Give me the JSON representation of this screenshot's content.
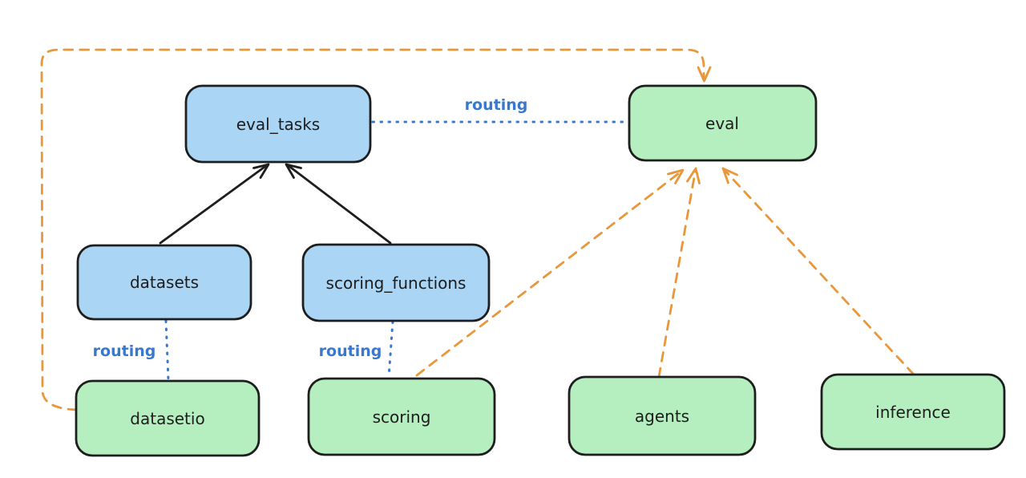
{
  "colors": {
    "background": "#ffffff",
    "node_stroke": "#1e1e1e",
    "blue_node_fill": "#aad5f5",
    "green_node_fill": "#b5efbf",
    "routing_blue": "#3978cc",
    "orange_dashed": "#e8973a",
    "black_arrow": "#1e1e1e"
  },
  "nodes": [
    {
      "id": "eval_tasks",
      "label": "eval_tasks",
      "fill_color": "#aad5f5"
    },
    {
      "id": "datasets",
      "label": "datasets",
      "fill_color": "#aad5f5"
    },
    {
      "id": "scoring_functions",
      "label": "scoring_functions",
      "fill_color": "#aad5f5"
    },
    {
      "id": "eval",
      "label": "eval",
      "fill_color": "#b5efbf"
    },
    {
      "id": "datasetio",
      "label": "datasetio",
      "fill_color": "#b5efbf"
    },
    {
      "id": "scoring",
      "label": "scoring",
      "fill_color": "#b5efbf"
    },
    {
      "id": "agents",
      "label": "agents",
      "fill_color": "#b5efbf"
    },
    {
      "id": "inference",
      "label": "inference",
      "fill_color": "#b5efbf"
    }
  ],
  "edges": [
    {
      "from": "datasets",
      "to": "eval_tasks",
      "style": "solid-black-arrow"
    },
    {
      "from": "scoring_functions",
      "to": "eval_tasks",
      "style": "solid-black-arrow"
    },
    {
      "from": "eval_tasks",
      "to": "eval",
      "style": "dotted-blue",
      "label": "routing"
    },
    {
      "from": "datasets",
      "to": "datasetio",
      "style": "dotted-blue",
      "label": "routing"
    },
    {
      "from": "scoring_functions",
      "to": "scoring",
      "style": "dotted-blue",
      "label": "routing"
    },
    {
      "from": "datasetio",
      "to": "eval",
      "style": "dashed-orange-arrow"
    },
    {
      "from": "scoring",
      "to": "eval",
      "style": "dashed-orange-arrow"
    },
    {
      "from": "agents",
      "to": "eval",
      "style": "dashed-orange-arrow"
    },
    {
      "from": "inference",
      "to": "eval",
      "style": "dashed-orange-arrow"
    }
  ]
}
